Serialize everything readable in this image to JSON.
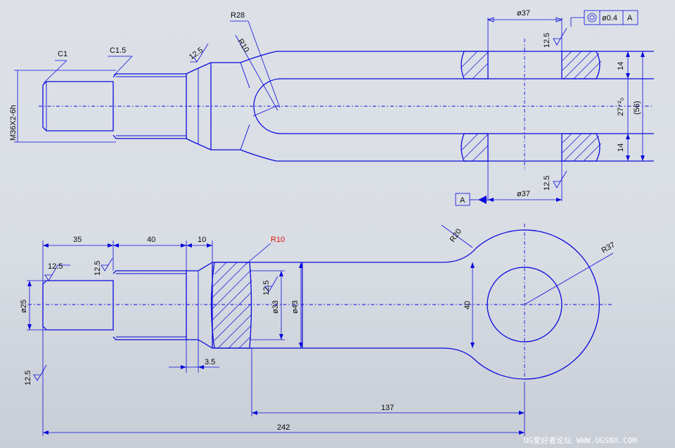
{
  "labels": {
    "top_c1": "C1",
    "top_c15": "C1.5",
    "top_r28": "R28",
    "top_r10": "R10",
    "top_rough1": "12.5",
    "top_thread": "M36X2-6h",
    "top_dia37_top": "ø37",
    "top_dia37_bot": "ø37",
    "top_rough_top": "12.5",
    "top_rough_bot": "12.5",
    "top_14_a": "14",
    "top_27": "27⁺²₀",
    "top_56": "(56)",
    "top_14_b": "14",
    "datum_a": "A",
    "fcf_tol": "ø0.4",
    "fcf_ref": "A",
    "bot_35": "35",
    "bot_40": "40",
    "bot_10": "10",
    "bot_r10": "R10",
    "bot_r20": "R20",
    "bot_r37": "R37",
    "bot_rough_a": "12.5",
    "bot_rough_b": "12.5",
    "bot_rough_c": "12.5",
    "bot_rough_d": "12.5",
    "bot_dia25": "ø25",
    "bot_dia33": "ø33",
    "bot_dia43": "ø43",
    "bot_40v": "40",
    "bot_35b": "3.5",
    "bot_137": "137",
    "bot_242": "242"
  },
  "watermark": "UG爱好者论坛 WWW.UGSNX.COM",
  "colors": {
    "line": "#0a0adc",
    "text": "#0a0a0a",
    "highlight": "#e01010",
    "background_top": "#dde1e7",
    "background_bottom": "#c8cdd6"
  }
}
